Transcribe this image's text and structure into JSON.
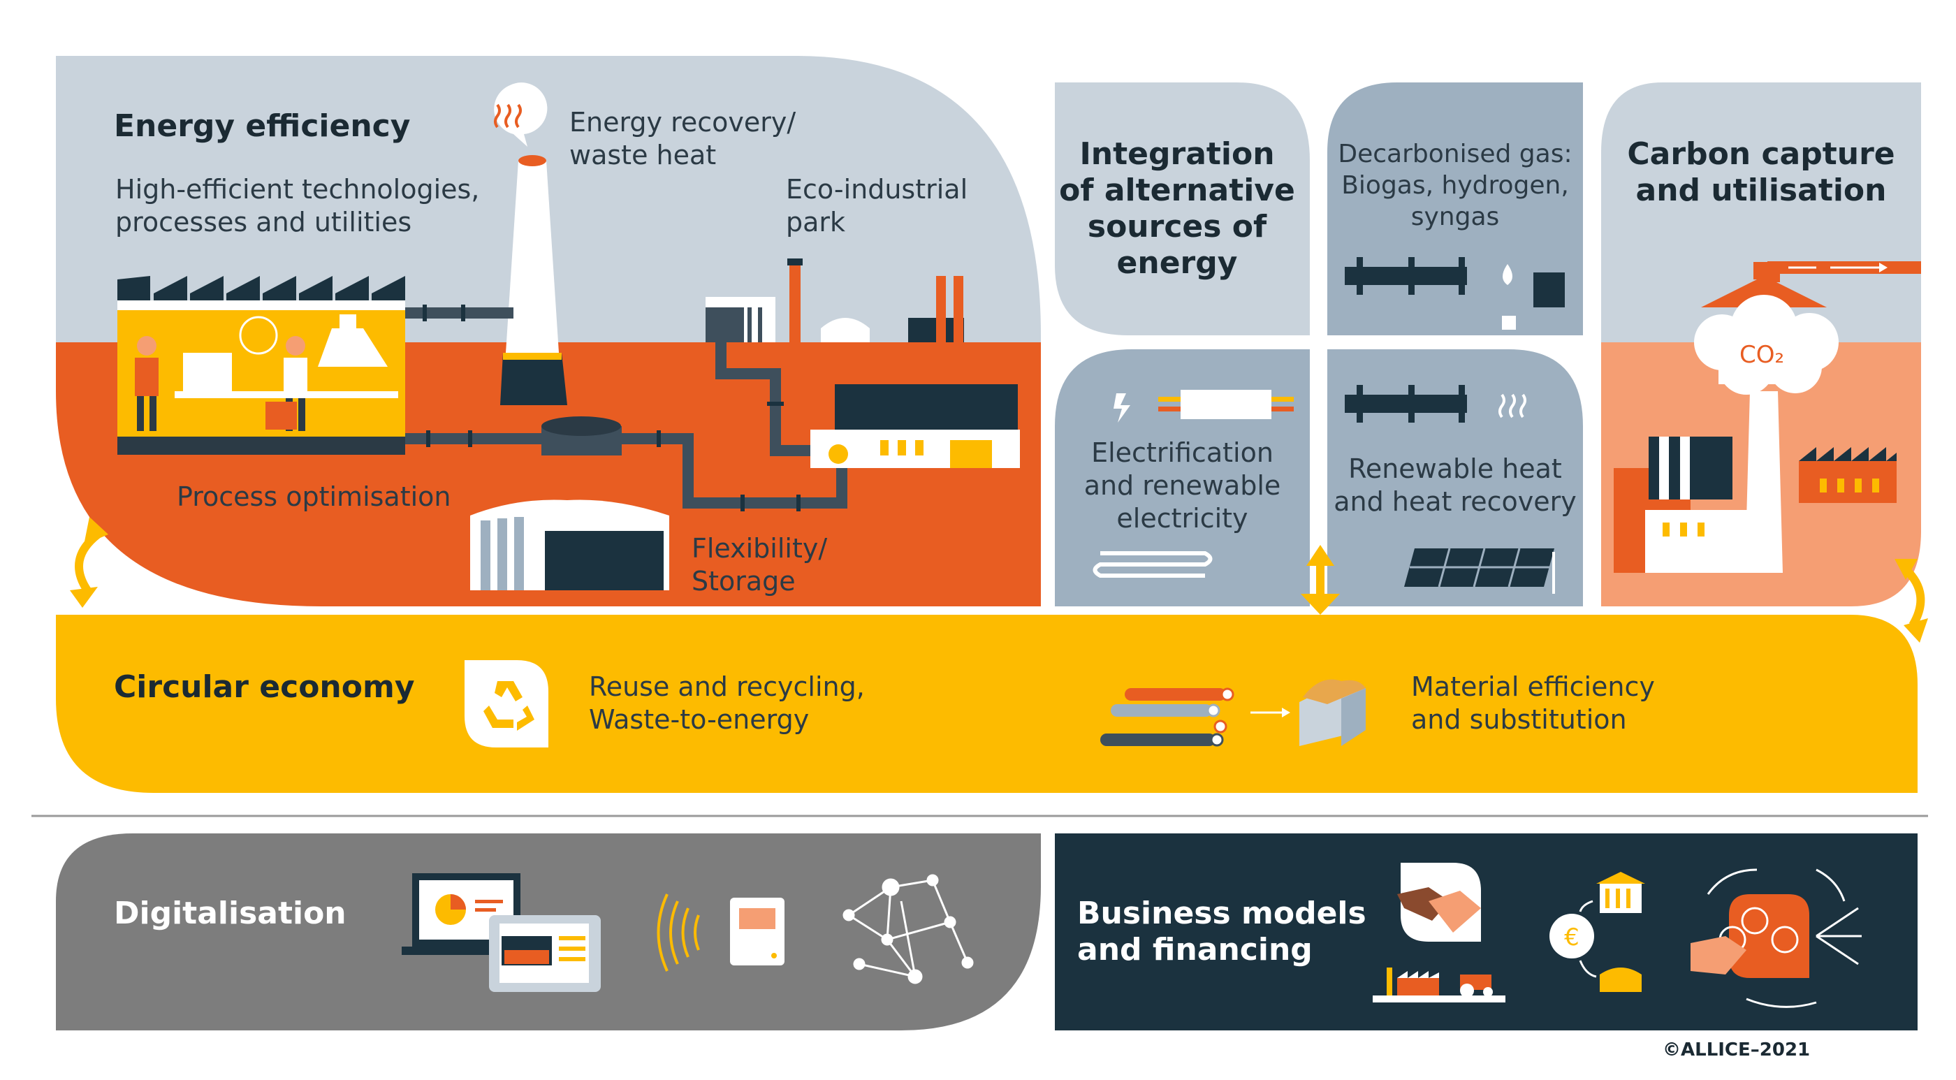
{
  "colors": {
    "light_blue_gray": "#c9d3dc",
    "mid_blue_gray": "#9eb0c0",
    "orange": "#e85d22",
    "yellow": "#fdbb00",
    "salmon": "#f59e73",
    "gray": "#7d7d7d",
    "navy": "#1b323f",
    "dark_slate": "#2b3a45"
  },
  "energy_efficiency": {
    "title": "Energy efficiency",
    "high_efficient": "High-efficient technologies,\nprocesses and utilities",
    "energy_recovery": "Energy recovery/\nwaste heat",
    "eco_industrial": "Eco-industrial\npark",
    "process_optimisation": "Process optimisation",
    "flexibility": "Flexibility/\nStorage"
  },
  "alternative_energy": {
    "title": "Integration\nof alternative\nsources of\nenergy",
    "decarbonised_gas": "Decarbonised gas:\nBiogas, hydrogen,\nsyngas",
    "electrification": "Electrification\nand renewable\nelectricity",
    "renewable_heat": "Renewable heat\nand heat recovery"
  },
  "carbon_capture": {
    "title": "Carbon capture\nand utilisation",
    "co2_label": "CO₂"
  },
  "circular_economy": {
    "title": "Circular economy",
    "reuse": "Reuse and recycling,\nWaste-to-energy",
    "material": "Material efficiency\nand substitution"
  },
  "digitalisation": {
    "title": "Digitalisation"
  },
  "business_models": {
    "title": "Business models\nand financing"
  },
  "copyright": "©ALLICE–2021"
}
